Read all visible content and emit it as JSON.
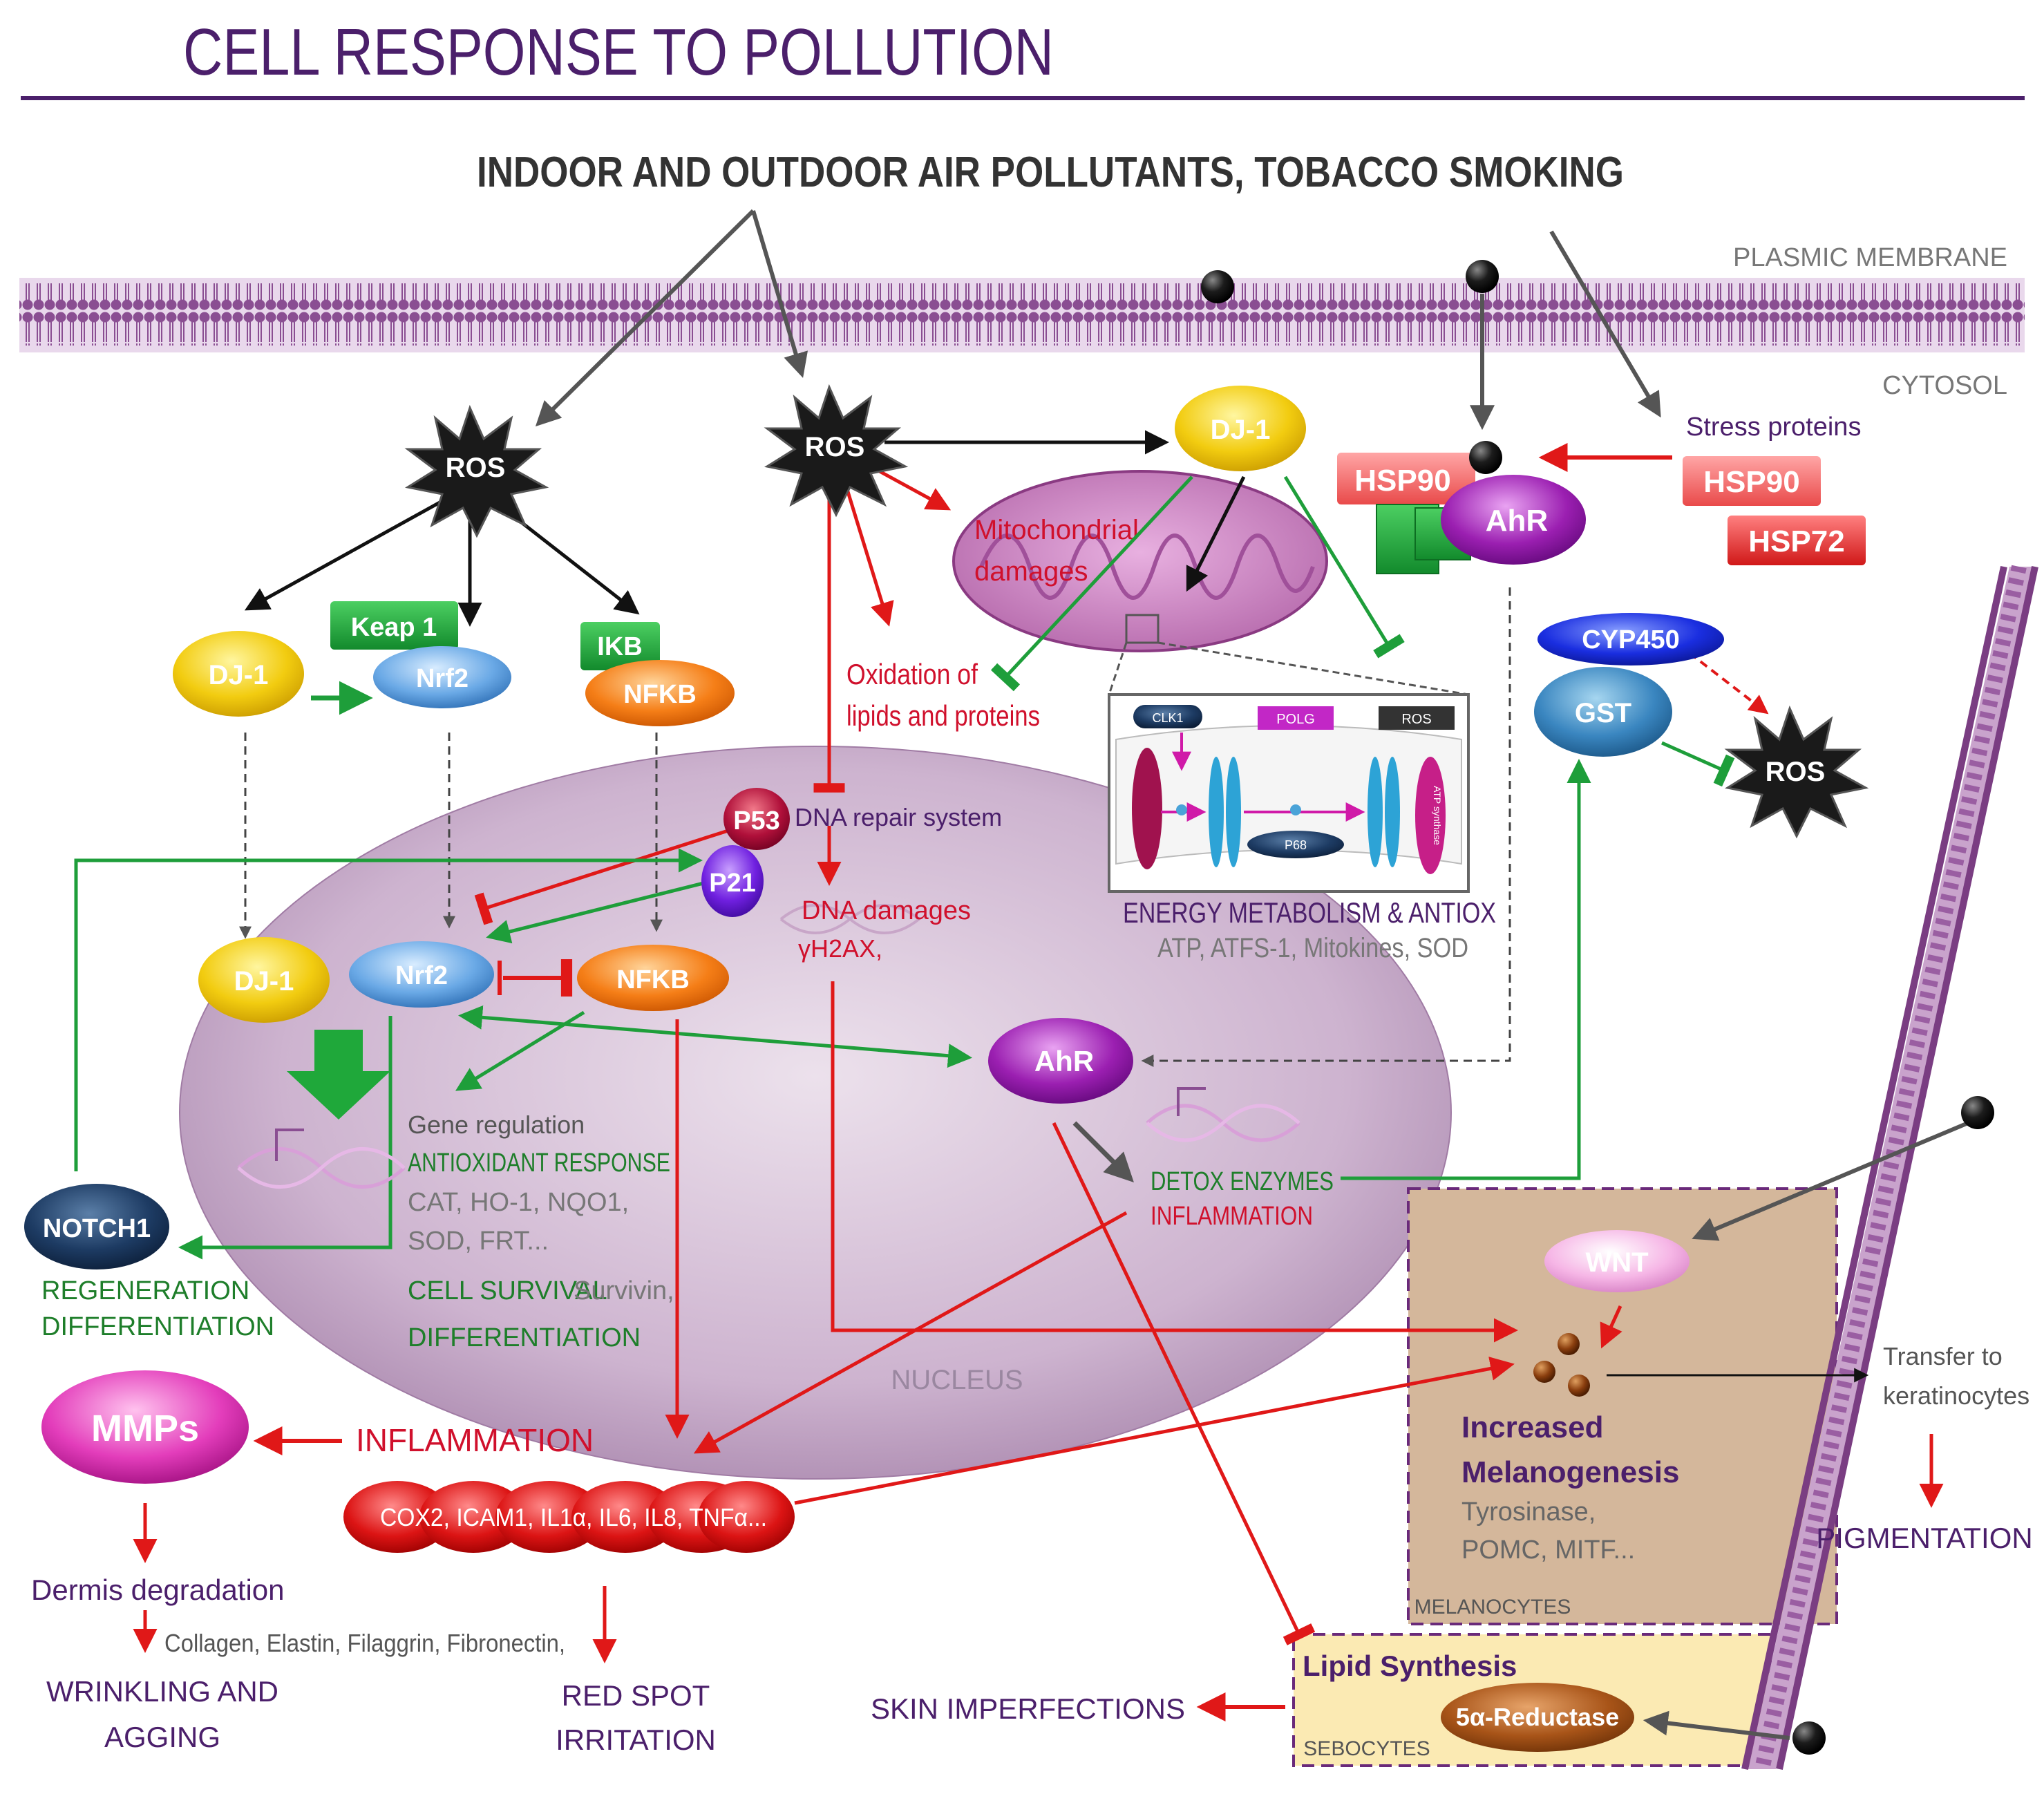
{
  "title": "CELL RESPONSE TO POLLUTION",
  "pollutants": "INDOOR AND OUTDOOR AIR POLLUTANTS, TOBACCO SMOKING",
  "regions": {
    "plasmic_membrane": "PLASMIC MEMBRANE",
    "cytosol": "CYTOSOL",
    "nucleus": "NUCLEUS",
    "melanocytes": "MELANOCYTES",
    "sebocytes": "SEBOCYTES"
  },
  "nodes": {
    "ros_left": "ROS",
    "ros_center": "ROS",
    "ros_right": "ROS",
    "dj1_top": "DJ-1",
    "dj1_cyto": "DJ-1",
    "dj1_nuc": "DJ-1",
    "keap1": "Keap 1",
    "nrf2_cyto": "Nrf2",
    "nrf2_nuc": "Nrf2",
    "ikb": "IKB",
    "nfkb_cyto": "NFKB",
    "nfkb_nuc": "NFKB",
    "p53": "P53",
    "p21": "P21",
    "hsp90_complex": "HSP90",
    "ahr_complex": "AhR",
    "stress_proteins": "Stress proteins",
    "hsp90": "HSP90",
    "hsp72": "HSP72",
    "cyp450": "CYP450",
    "gst": "GST",
    "ahr_nuc": "AhR",
    "notch1": "NOTCH1",
    "mmps": "MMPs",
    "wnt": "WNT",
    "five_alpha": "5α-Reductase"
  },
  "labels": {
    "mito_damages": [
      "Mitochondrial",
      "damages"
    ],
    "oxidation": [
      "Oxidation of",
      "lipids and proteins"
    ],
    "dna_repair": "DNA repair system",
    "dna_damages": "DNA damages",
    "gamma_h2ax": "γH2AX,",
    "energy_title": "ENERGY METABOLISM & ANTIOX",
    "energy_sub": "ATP, ATFS-1, Mitokines, SOD",
    "gene_regulation": "Gene regulation",
    "antiox_response": "ANTIOXIDANT RESPONSE",
    "antiox_genes": [
      "CAT, HO-1, NQO1,",
      "SOD, FRT..."
    ],
    "cell_survival": "CELL SURVIVAL",
    "survivin": "Survivin,",
    "differentiation": "DIFFERENTIATION",
    "regeneration": [
      "REGENERATION",
      "DIFFERENTIATION"
    ],
    "detox": "DETOX ENZYMES",
    "inflammation_nuc": "INFLAMMATION",
    "inflammation": "INFLAMMATION",
    "cytokines": "COX2, ICAM1, IL1α, IL6, IL8, TNFα...",
    "dermis": "Dermis degradation",
    "dermis_sub": "Collagen, Elastin, Filaggrin, Fibronectin,",
    "wrinkling": [
      "WRINKLING AND",
      "AGGING"
    ],
    "red_spot": [
      "RED SPOT",
      "IRRITATION"
    ],
    "melanogenesis": [
      "Increased",
      "Melanogenesis"
    ],
    "melano_sub": [
      "Tyrosinase,",
      "POMC, MITF..."
    ],
    "transfer": [
      "Transfer to",
      "keratinocytes"
    ],
    "pigmentation": "PIGMENTATION",
    "lipid_synthesis": "Lipid Synthesis",
    "skin_imperfections": "SKIN IMPERFECTIONS"
  },
  "inset": {
    "clk1": "CLK1",
    "polg": "POLG",
    "ros": "ROS",
    "p68": "P68",
    "atp_synthase": "ATP synthase"
  },
  "colors": {
    "title_purple": "#4b1f6b",
    "activation_green": "#1e9e3a",
    "inhibition_red": "#e01818",
    "neutral_black": "#111111",
    "nucleus_fill": "#c9aecb",
    "membrane": "#7a3d82"
  }
}
